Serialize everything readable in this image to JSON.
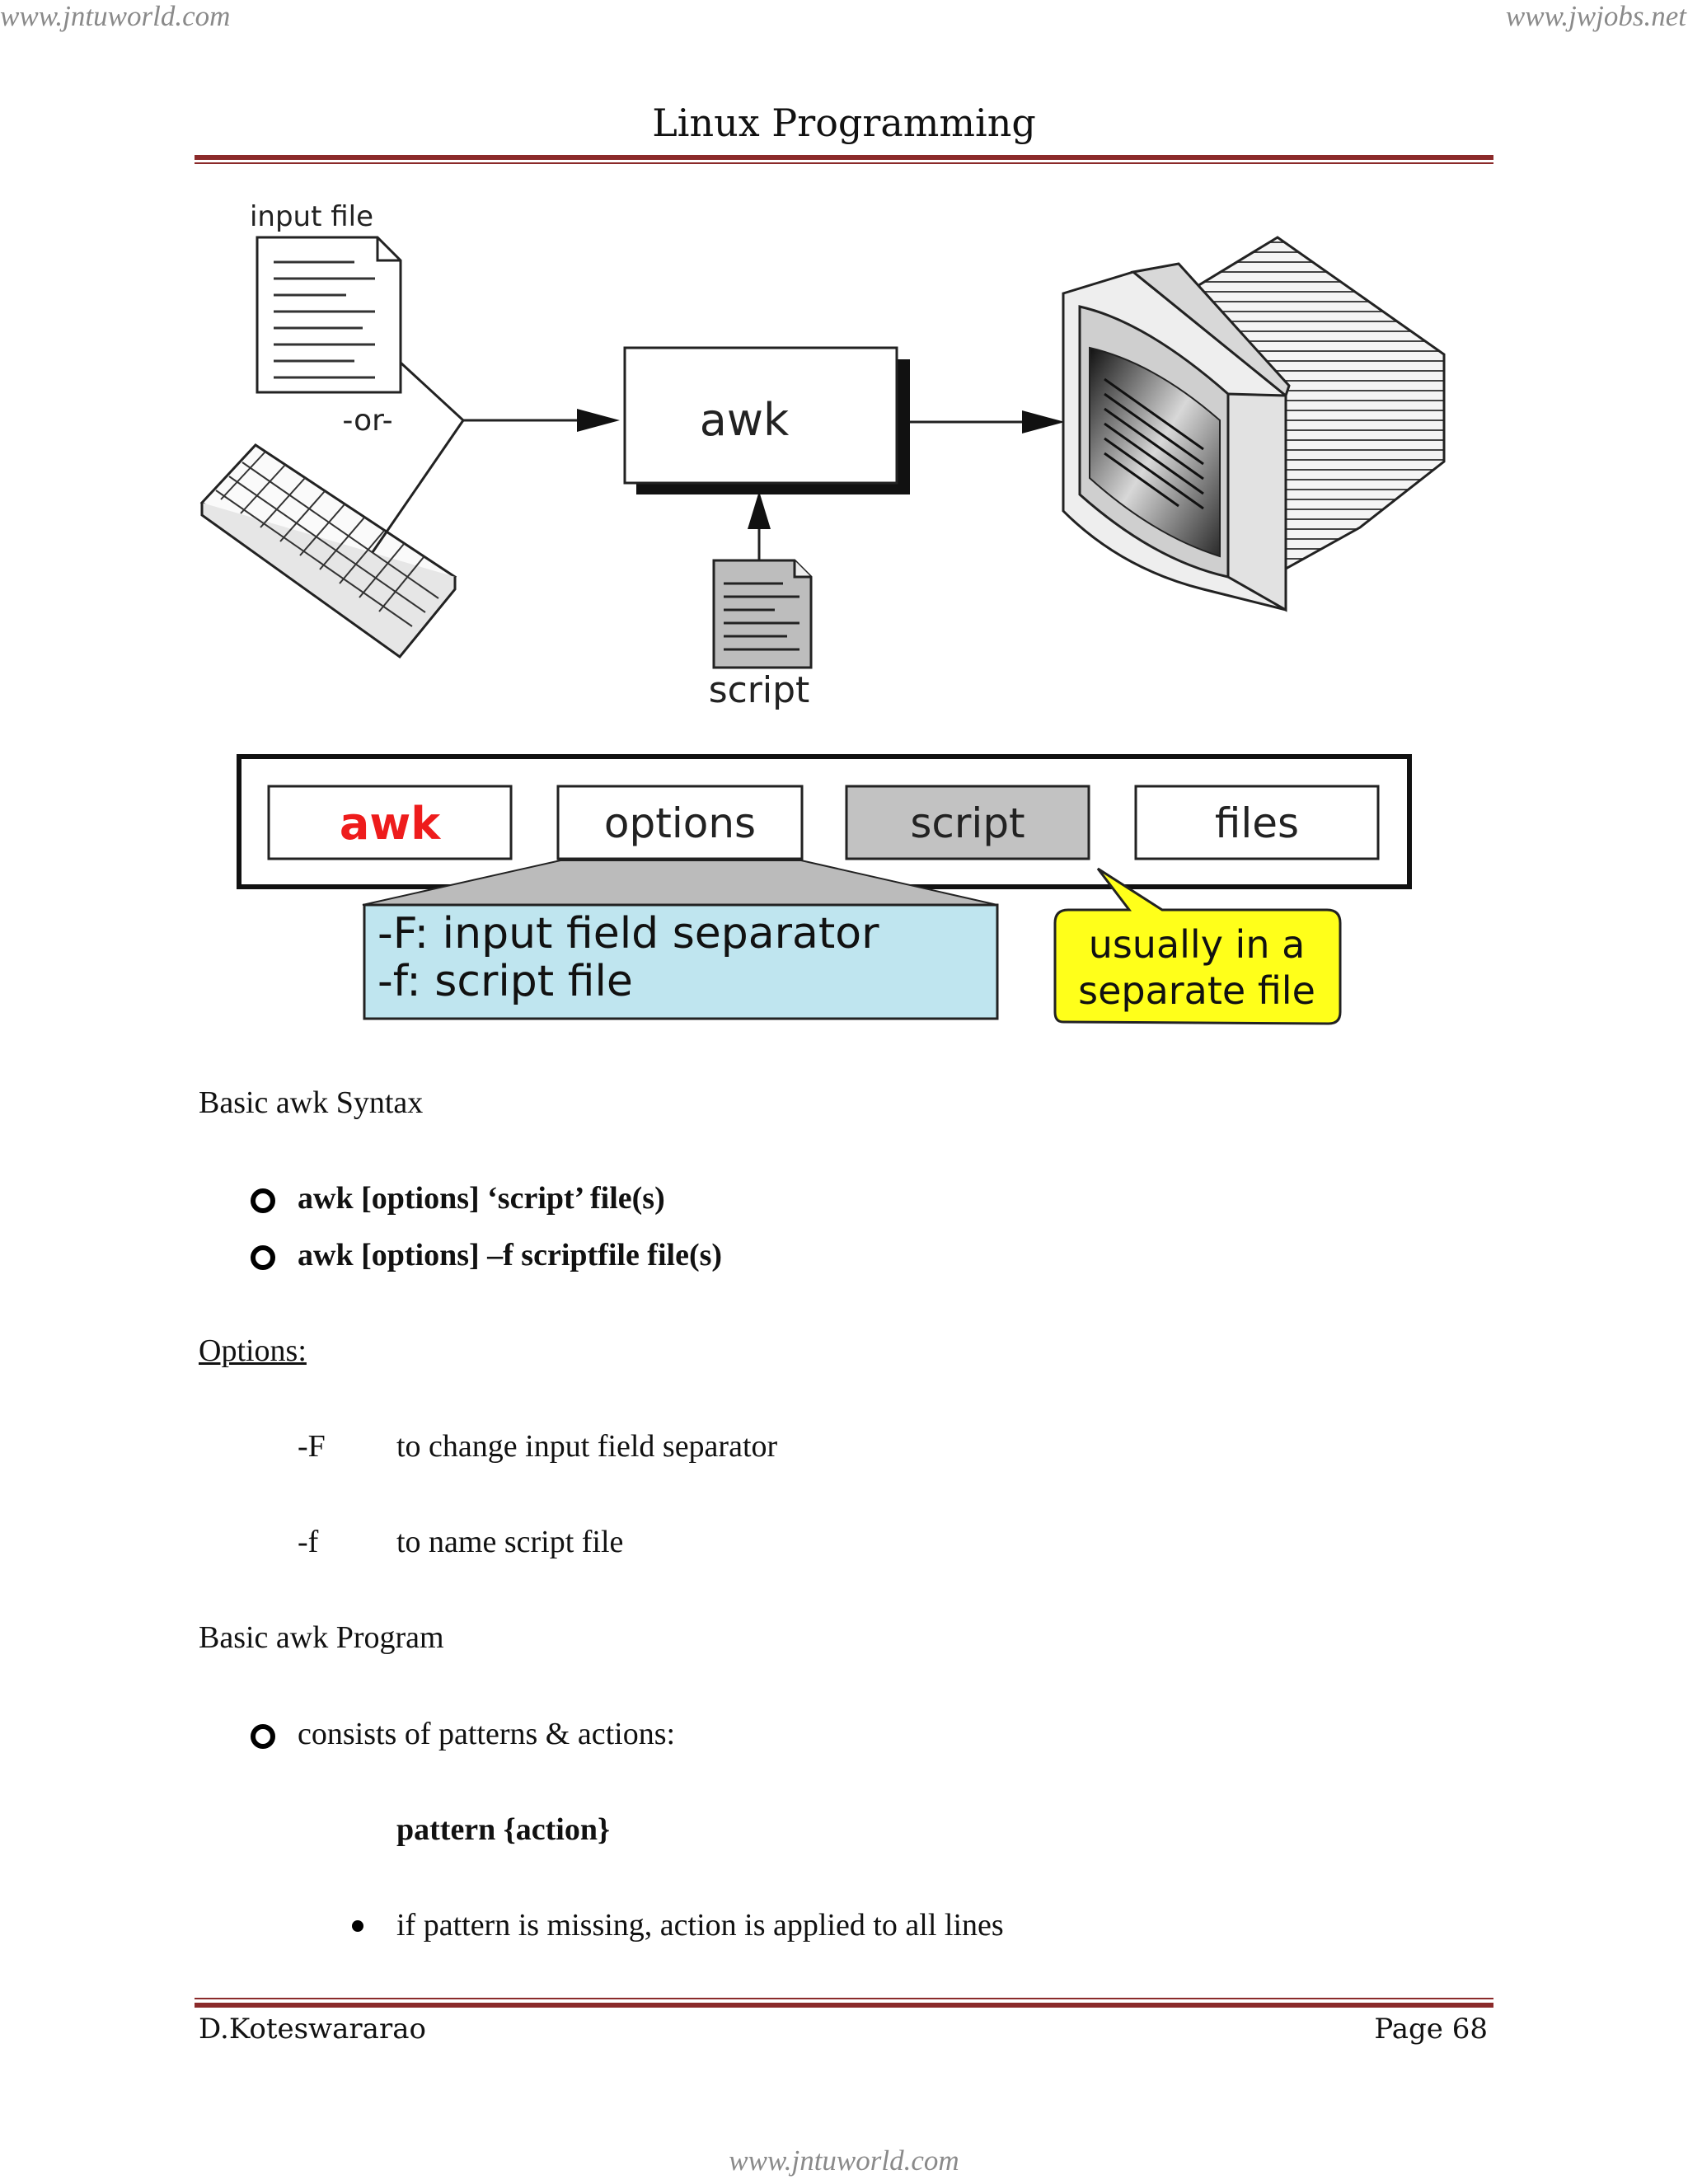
{
  "watermarks": {
    "top_left": "www.jntuworld.com",
    "top_right": "www.jwjobs.net",
    "bottom": "www.jntuworld.com"
  },
  "header": {
    "title": "Linux Programming"
  },
  "diagram": {
    "input_file_label": "input file",
    "or_label": "-or-",
    "awk_box_label": "awk",
    "script_label": "script",
    "syntax_boxes": [
      "awk",
      "options",
      "script",
      "files"
    ],
    "options_callout": [
      "-F: input field separator",
      "-f: script file"
    ],
    "script_callout": [
      "usually in a",
      "separate file"
    ],
    "colors": {
      "awk_text": "#ee1c1c",
      "script_box": "#c2c2c2",
      "options_callout": "#bfe5ef",
      "script_callout": "#ffff1a"
    }
  },
  "content": {
    "syntax_heading": "Basic awk Syntax",
    "syntax_items": [
      "awk [options] ‘script’ file(s)",
      "awk [options] –f scriptfile file(s)"
    ],
    "options_heading": "Options:",
    "options": [
      {
        "flag": "-F",
        "desc": "to change input field separator"
      },
      {
        "flag": "-f",
        "desc": "to name script file"
      }
    ],
    "program_heading": "Basic awk Program",
    "program_item": "consists of patterns & actions:",
    "pattern_action": "pattern {action}",
    "sub_item": "if pattern is missing, action is applied to all lines"
  },
  "footer": {
    "author": "D.Koteswararao",
    "page": "Page 68"
  }
}
